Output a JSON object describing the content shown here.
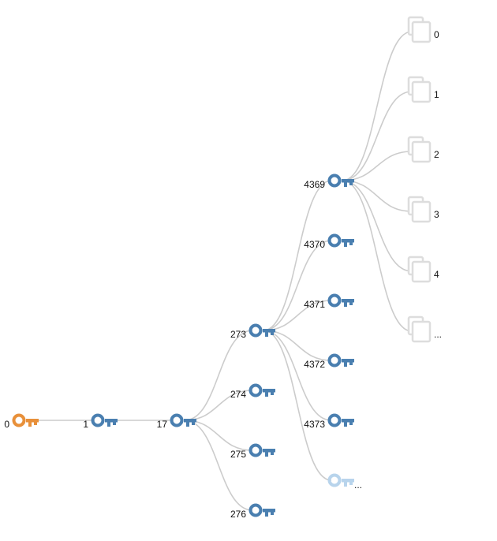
{
  "colors": {
    "root": "#e8903a",
    "key": "#4a7fb0",
    "key_faded": "#b8d4ec",
    "leaf": "#dddddd",
    "edge": "#cccccc"
  },
  "nodes": [
    {
      "id": "n0",
      "label": "0",
      "icon": "key-icon",
      "state": "root"
    },
    {
      "id": "n1",
      "label": "1",
      "icon": "key-icon",
      "state": "normal",
      "parent": "n0"
    },
    {
      "id": "n17",
      "label": "17",
      "icon": "key-icon",
      "state": "normal",
      "parent": "n1"
    },
    {
      "id": "n273",
      "label": "273",
      "icon": "key-icon",
      "state": "normal",
      "parent": "n17"
    },
    {
      "id": "n274",
      "label": "274",
      "icon": "key-icon",
      "state": "normal",
      "parent": "n17"
    },
    {
      "id": "n275",
      "label": "275",
      "icon": "key-icon",
      "state": "normal",
      "parent": "n17"
    },
    {
      "id": "n276",
      "label": "276",
      "icon": "key-icon",
      "state": "normal",
      "parent": "n17"
    },
    {
      "id": "n4369",
      "label": "4369",
      "icon": "key-icon",
      "state": "normal",
      "parent": "n273"
    },
    {
      "id": "n4370",
      "label": "4370",
      "icon": "key-icon",
      "state": "normal",
      "parent": "n273"
    },
    {
      "id": "n4371",
      "label": "4371",
      "icon": "key-icon",
      "state": "normal",
      "parent": "n273"
    },
    {
      "id": "n4372",
      "label": "4372",
      "icon": "key-icon",
      "state": "normal",
      "parent": "n273"
    },
    {
      "id": "n4373",
      "label": "4373",
      "icon": "key-icon",
      "state": "normal",
      "parent": "n273"
    },
    {
      "id": "n273more",
      "label": "...",
      "icon": "key-icon",
      "state": "faded",
      "parent": "n273"
    },
    {
      "id": "a0",
      "label": "0",
      "icon": "copy-icon",
      "state": "leaf",
      "parent": "n4369"
    },
    {
      "id": "a1",
      "label": "1",
      "icon": "copy-icon",
      "state": "leaf",
      "parent": "n4369"
    },
    {
      "id": "a2",
      "label": "2",
      "icon": "copy-icon",
      "state": "leaf",
      "parent": "n4369"
    },
    {
      "id": "a3",
      "label": "3",
      "icon": "copy-icon",
      "state": "leaf",
      "parent": "n4369"
    },
    {
      "id": "a4",
      "label": "4",
      "icon": "copy-icon",
      "state": "leaf",
      "parent": "n4369"
    },
    {
      "id": "amore",
      "label": "...",
      "icon": "copy-icon",
      "state": "leaf",
      "parent": "n4369"
    }
  ]
}
